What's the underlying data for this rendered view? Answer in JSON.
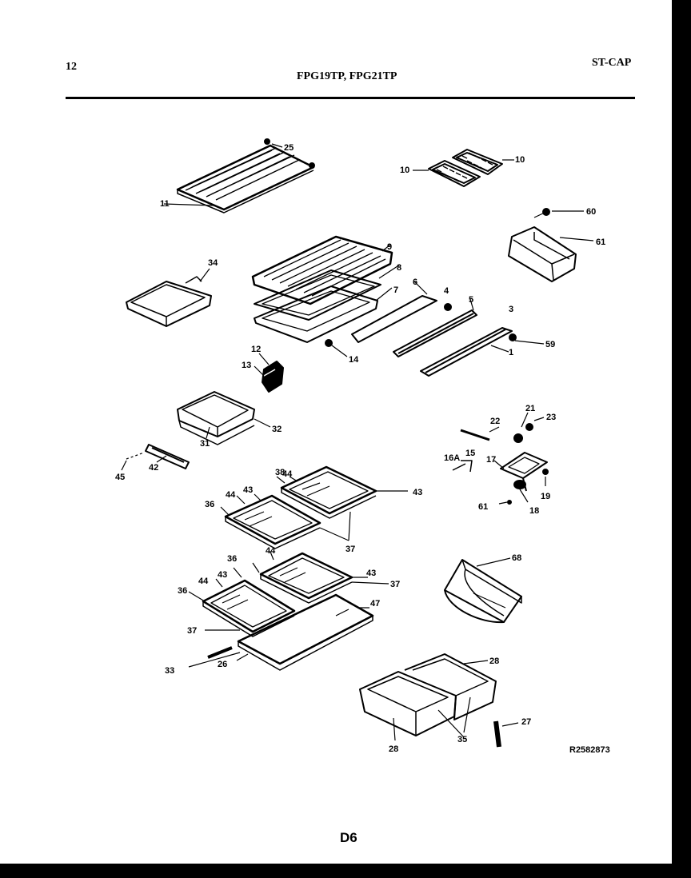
{
  "header": {
    "page_number": "12",
    "models": "FPG19TP, FPG21TP",
    "brand_code": "ST-CAP"
  },
  "diagram": {
    "reference_code": "R2582873",
    "page_code": "D6",
    "callouts": {
      "c25a": "25",
      "c11": "11",
      "c10a": "10",
      "c10b": "10",
      "c60": "60",
      "c61a": "61",
      "c34": "34",
      "c9": "9",
      "c8": "8",
      "c7": "7",
      "c6": "6",
      "c4": "4",
      "c5": "5",
      "c3": "3",
      "c59": "59",
      "c1": "1",
      "c14": "14",
      "c12": "12",
      "c13": "13",
      "c32": "32",
      "c31": "31",
      "c22": "22",
      "c21": "21",
      "c23": "23",
      "c16a": "16A",
      "c15": "15",
      "c17": "17",
      "c19": "19",
      "c61b": "61",
      "c18": "18",
      "c42": "42",
      "c45": "45",
      "c38a": "38",
      "c44a": "44",
      "c43a": "43",
      "c36a": "36",
      "c44b": "44",
      "c43b": "43",
      "c37a": "37",
      "c68": "68",
      "c36b": "36",
      "c44c": "44",
      "c43c": "43",
      "c37b": "37",
      "c36c": "36",
      "c44d": "44",
      "c43d": "43",
      "c47": "47",
      "c37c": "37",
      "c33": "33",
      "c26": "26",
      "c28a": "28",
      "c28b": "28",
      "c35": "35",
      "c27": "27"
    }
  }
}
